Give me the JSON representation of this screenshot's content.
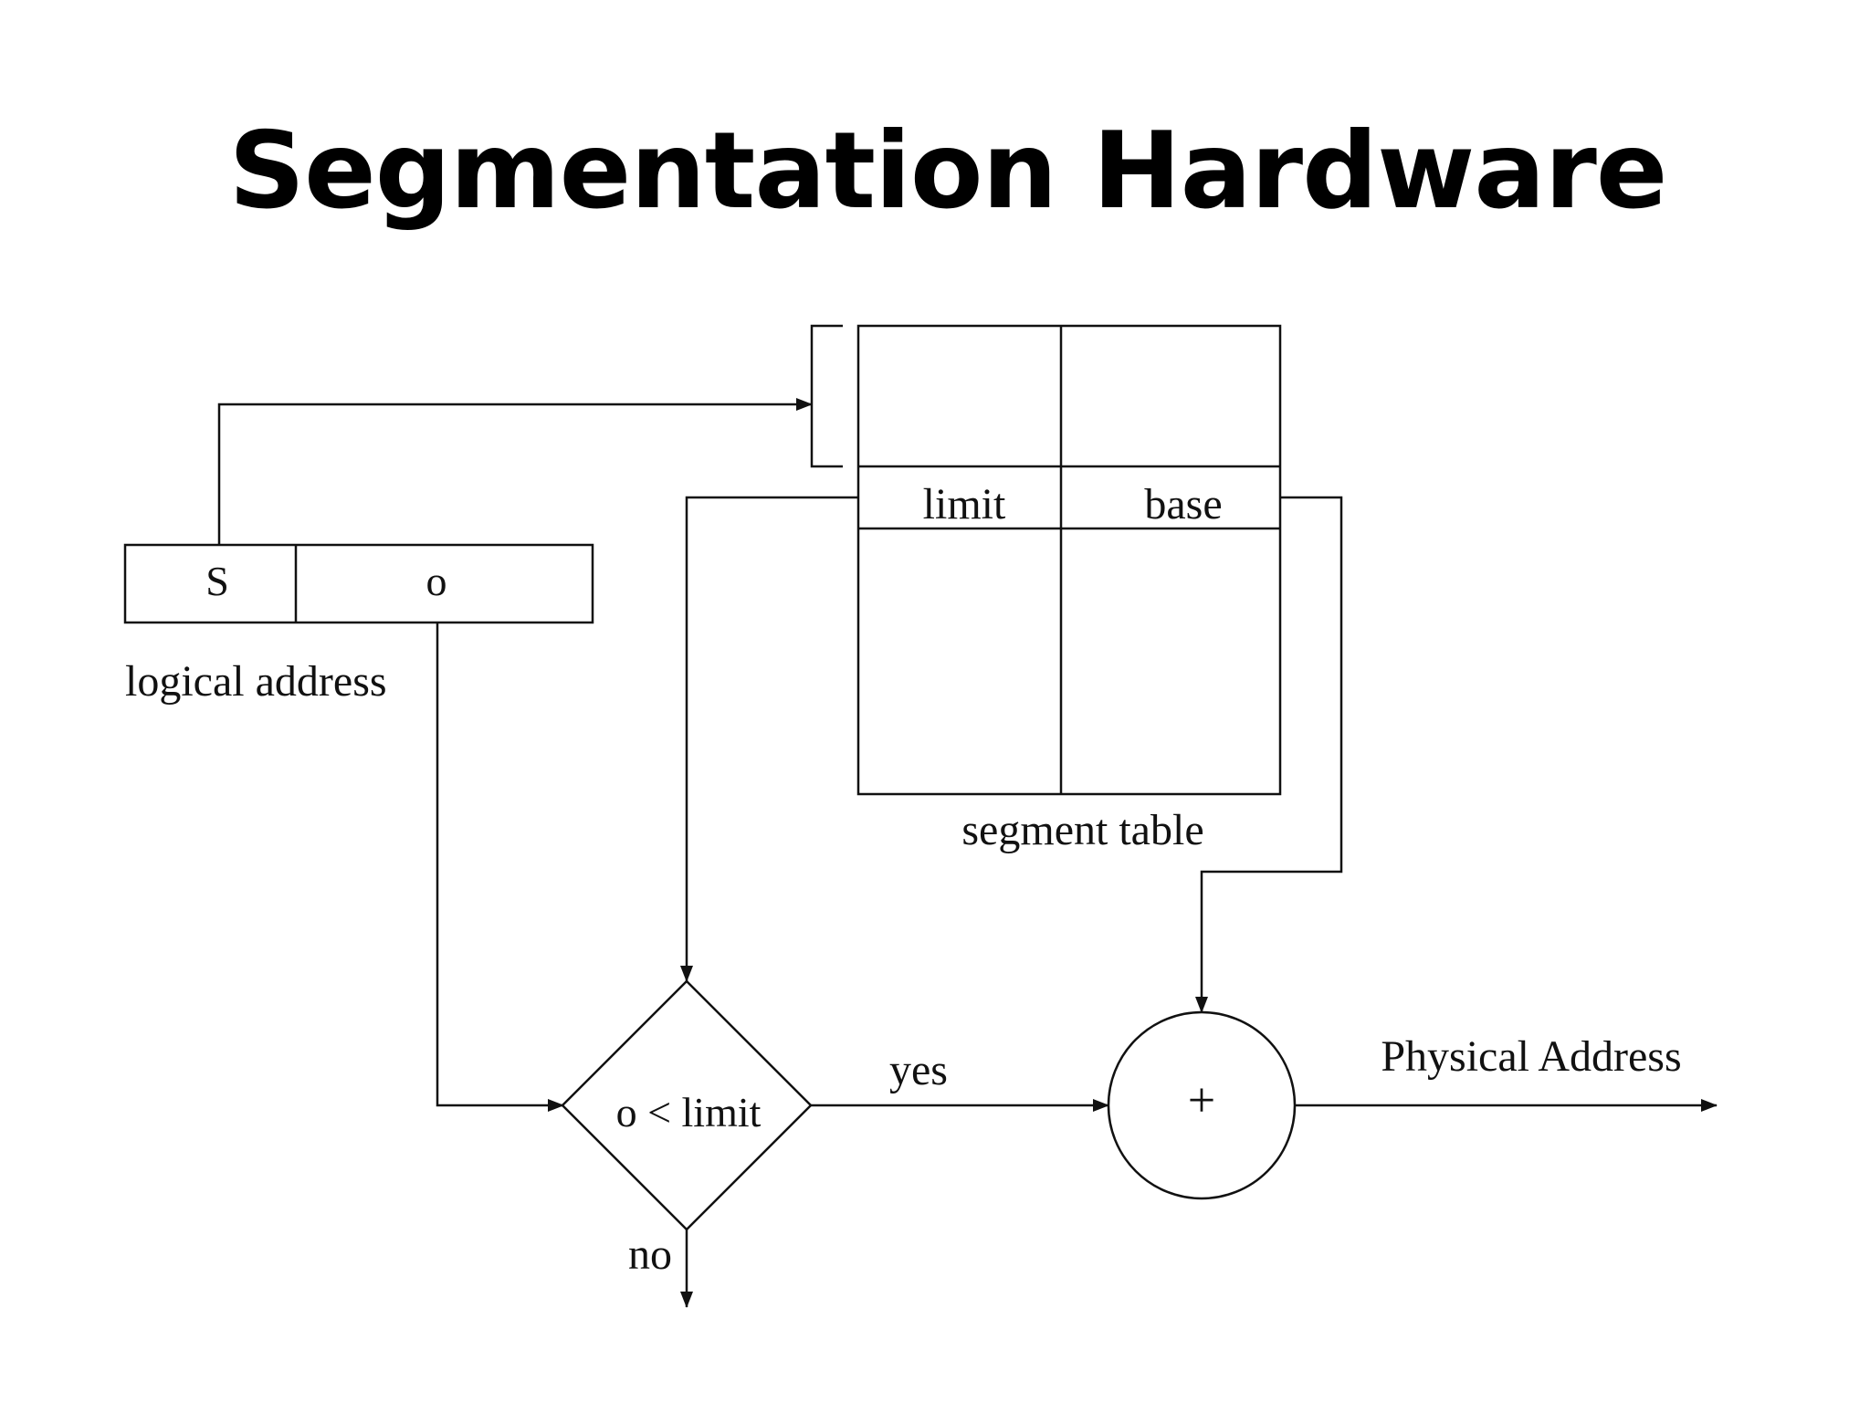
{
  "slide": {
    "title": "Segmentation Hardware"
  },
  "diagram": {
    "logical_address": {
      "segment_field": "S",
      "offset_field": "o",
      "caption": "logical address"
    },
    "segment_table": {
      "limit_header": "limit",
      "base_header": "base",
      "caption": "segment table"
    },
    "comparator": {
      "condition": "o < limit",
      "yes_label": "yes",
      "no_label": "no"
    },
    "adder": {
      "symbol": "+"
    },
    "output": {
      "label": "Physical Address"
    },
    "colors": {
      "line": "#111111",
      "background": "#ffffff"
    }
  }
}
